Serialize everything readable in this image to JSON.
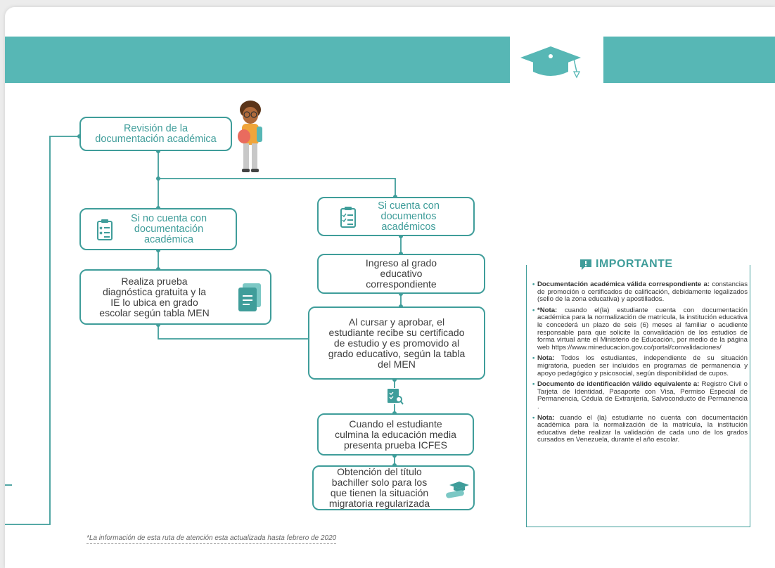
{
  "boxes": {
    "revision": "Revisión de la\ndocumentación académica",
    "no_cuenta": "Si no cuenta con\ndocumentación\nacadémica",
    "si_cuenta": "Si cuenta con\ndocumentos\nacadémicos",
    "prueba": "Realiza prueba\ndiagnóstica gratuita y la\nIE lo ubica en grado\nescolar según tabla MEN",
    "ingreso": "Ingreso al grado\neducativo\ncorrespondiente",
    "cursar": "Al cursar y aprobar, el\nestudiante recibe su certificado\nde estudio y es promovido al\ngrado educativo, según la tabla\ndel MEN",
    "culmina": "Cuando el estudiante\nculmina la educación media\npresenta prueba ICFES",
    "titulo": "Obtención del título\nbachiller solo para los\nque tienen la situación\nmigratoria regularizada"
  },
  "important": {
    "title": "IMPORTANTE",
    "notes": [
      {
        "bold": "Documentación académica válida correspondiente a:",
        "text": " constancias de promoción o certificados de calificación, debidamente legalizados (sello de la zona educativa) y apostillados."
      },
      {
        "bold": "*Nota:",
        "text": " cuando el(la) estudiante cuenta con documentación académica para la normalización de matrícula, la institución educativa le concederá un plazo de seis (6) meses al familiar o acudiente responsable para que solicite la convalidación de los estudios de forma virtual ante el Ministerio de Educación, por medio de la página web https://www.mineducacion.gov.co/portal/convalidaciones/"
      },
      {
        "bold": "Nota:",
        "text": " Todos los estudiantes, independiente de su situación migratoria, pueden ser incluidos en programas de permanencia y apoyo pedagógico y psicosocial, según disponibilidad de cupos."
      },
      {
        "bold": "Documento de identificación válido equivalente a:",
        "text": " Registro Civil o Tarjeta de Identidad, Pasaporte con Visa, Permiso Especial de Permanencia, Cédula de Extranjería, Salvoconducto de Permanencia ."
      },
      {
        "bold": "Nota:",
        "text": " cuando el (la) estudiante no cuenta con documentación académica para la normalización de la matrícula, la institución educativa debe realizar la validación de cada uno de los grados cursados en Venezuela, durante el año escolar."
      }
    ]
  },
  "footnote": "*La información de esta ruta de atención esta actualizada hasta febrero de 2020",
  "colors": {
    "teal": "#57b7b5",
    "line": "#3f9d9a"
  },
  "icons": [
    "graduation-cap-icon",
    "student-character",
    "checklist-icon",
    "document-icon",
    "checklist-search-icon",
    "diploma-cap-icon",
    "warning-chat-icon"
  ]
}
